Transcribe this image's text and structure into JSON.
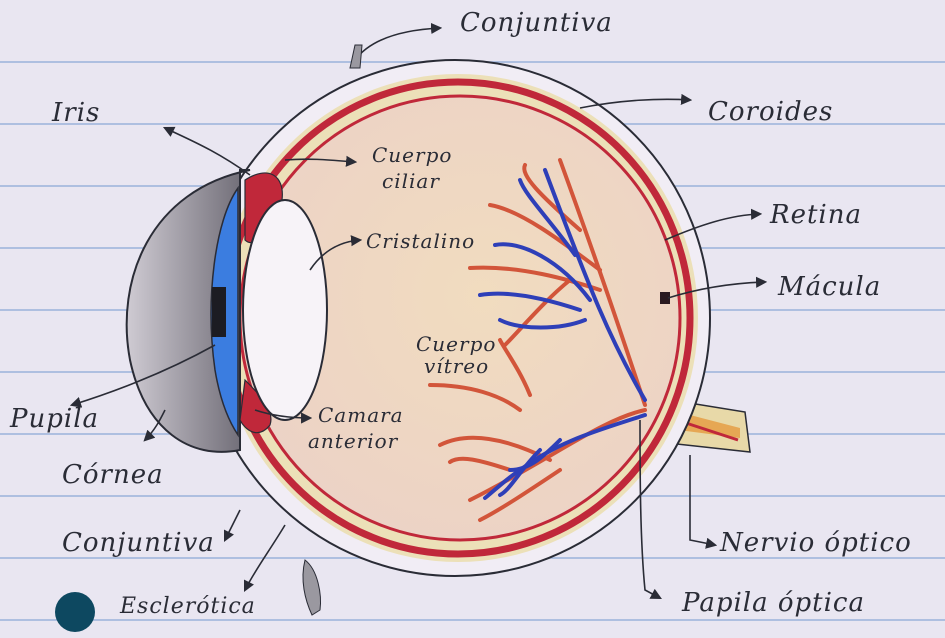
{
  "diagram": {
    "labels": {
      "conjuntiva_top": "Conjuntiva",
      "iris": "Iris",
      "coroides": "Coroides",
      "cuerpo_ciliar_1": "Cuerpo",
      "cuerpo_ciliar_2": "ciliar",
      "cristalino": "Cristalino",
      "retina": "Retina",
      "macula": "Mácula",
      "cuerpo_vitreo_1": "Cuerpo",
      "cuerpo_vitreo_2": "vítreo",
      "pupila": "Pupila",
      "camara_anterior_1": "Camara",
      "camara_anterior_2": "anterior",
      "cornea": "Córnea",
      "conjuntiva_bottom": "Conjuntiva",
      "esclerotica": "Esclerótica",
      "nervio_optico": "Nervio óptico",
      "papila_optica": "Papila óptica"
    },
    "colors": {
      "paper": "#e9e6f1",
      "ruled_line": "#7f9fd0",
      "red_layer": "#c0283a",
      "vessel_red": "#d2553a",
      "vessel_blue": "#2e3fb8",
      "iris_blue": "#3b7de0",
      "ink": "#2a2c36",
      "vitreous": "#f0dcc4"
    }
  }
}
